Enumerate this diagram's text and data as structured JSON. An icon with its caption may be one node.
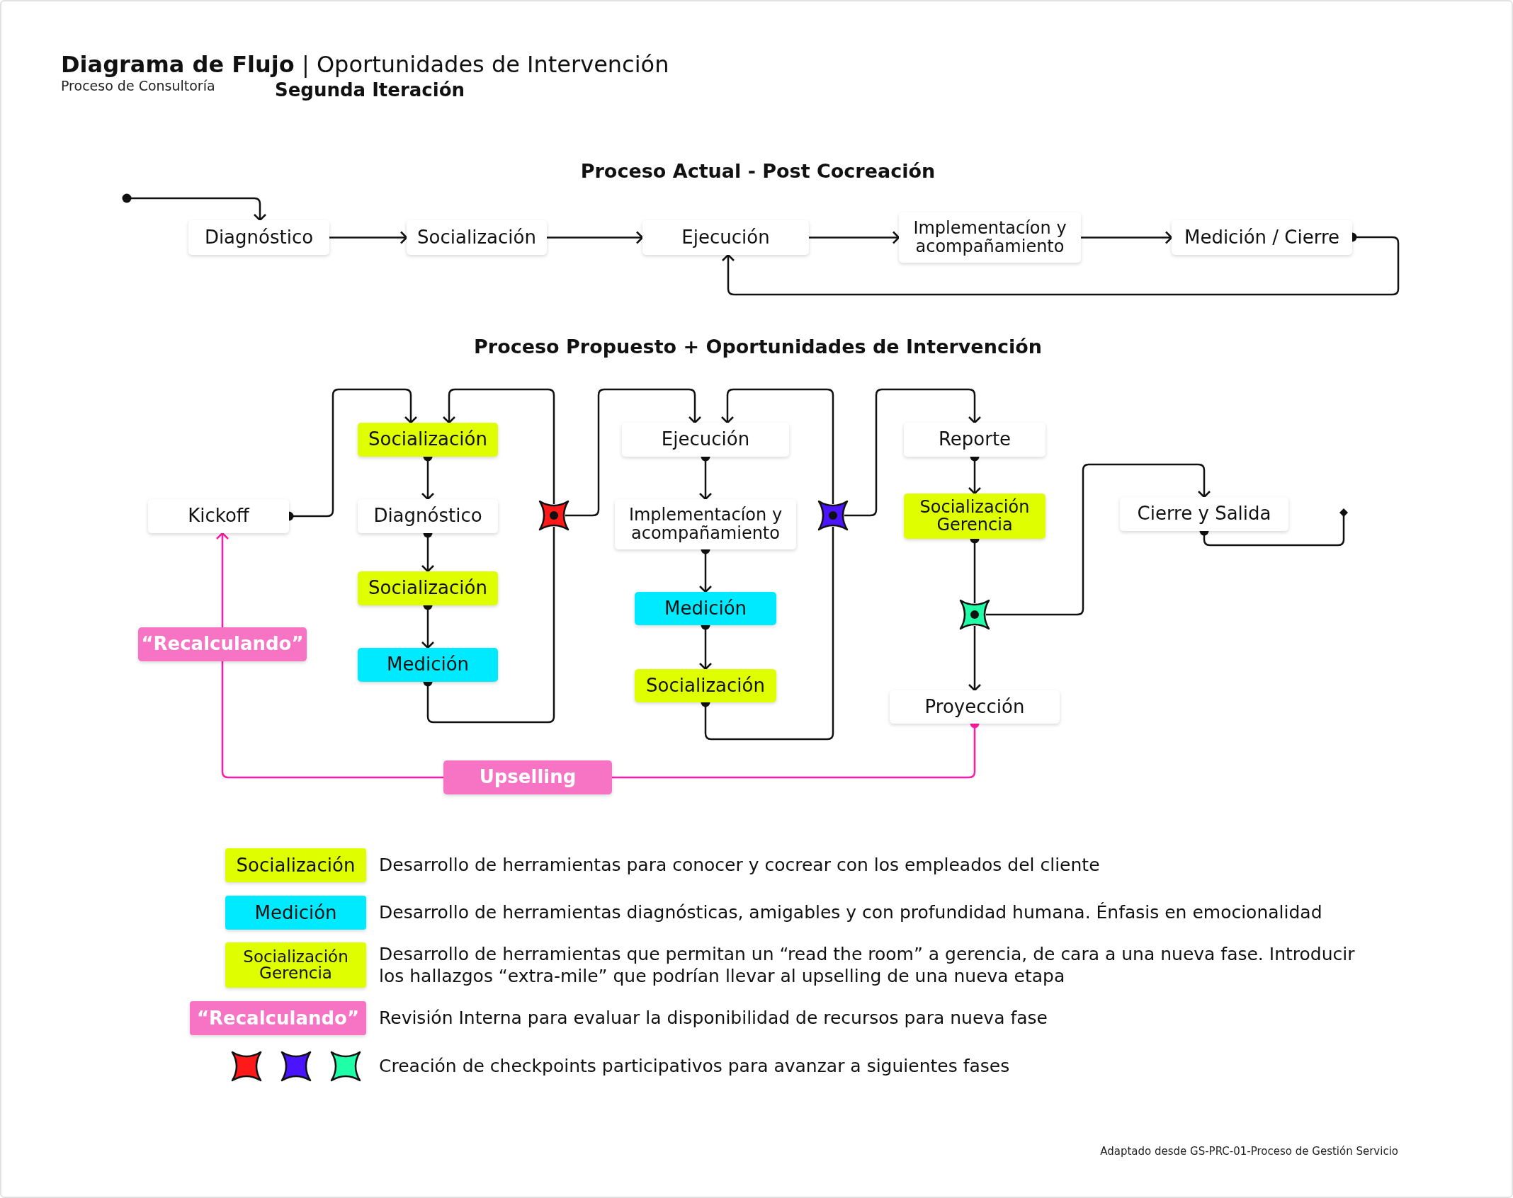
{
  "diagram": {
    "title": "**Diagrama de Flujo** | Oportunidades de Intervención",
    "nodes": [
      {
        "text": [
          "Diagnóstico"
        ]
      },
      {
        "text": [
          "Socialización"
        ]
      },
      {
        "text": [
          "Ejecución"
        ]
      },
      {
        "text": [
          "Implementacíon y acompañamiento"
        ]
      },
      {
        "text": [
          "Medición / Cierre"
        ]
      },
      {
        "text": [
          "Kickoff"
        ]
      },
      {
        "text": [
          "Socialización"
        ]
      },
      {
        "text": [
          "Diagnóstico"
        ]
      },
      {
        "text": [
          "Socialización"
        ]
      },
      {
        "text": [
          "Medición"
        ]
      },
      {
        "text": [],
        "shape": "star"
      },
      {
        "text": [
          "Ejecución"
        ]
      },
      {
        "text": [
          "Implementacíon y acompañamiento"
        ]
      },
      {
        "text": [
          "Medición"
        ]
      },
      {
        "text": [
          "Socialización"
        ]
      },
      {
        "text": [],
        "shape": "star"
      },
      {
        "text": [
          "Reporte"
        ]
      },
      {
        "text": [
          "Socialización Gerencia"
        ]
      },
      {
        "text": [],
        "shape": "star"
      },
      {
        "text": [
          "Proyección"
        ]
      },
      {
        "text": [
          "Cierre y Salida"
        ]
      },
      {
        "text": [
          "“Recalculando”"
        ]
      },
      {
        "text": [
          "Upselling"
        ]
      }
    ],
    "edges": [
      {
        "from": null,
        "to": 0,
        "arrow": "to"
      },
      {
        "from": 0,
        "to": 1,
        "arrow": "to"
      },
      {
        "from": 1,
        "to": 2,
        "arrow": "to"
      },
      {
        "from": 2,
        "to": 3,
        "arrow": "to"
      },
      {
        "from": 3,
        "to": 4,
        "arrow": "to"
      },
      {
        "from": 4,
        "to": 2,
        "arrow": "to"
      },
      {
        "from": 5,
        "to": 6,
        "arrow": "to"
      },
      {
        "from": 6,
        "to": 7,
        "arrow": "to"
      },
      {
        "from": 7,
        "to": 8,
        "arrow": "to"
      },
      {
        "from": 8,
        "to": 9,
        "arrow": "to"
      },
      {
        "from": 9,
        "to": 10,
        "arrow": "other"
      },
      {
        "from": 10,
        "to": 6,
        "arrow": "to"
      },
      {
        "from": 10,
        "to": 11,
        "arrow": "to"
      },
      {
        "from": 11,
        "to": 12,
        "arrow": "to"
      },
      {
        "from": 12,
        "to": 13,
        "arrow": "to"
      },
      {
        "from": 13,
        "to": 14,
        "arrow": "to"
      },
      {
        "from": 14,
        "to": 15,
        "arrow": "other"
      },
      {
        "from": 15,
        "to": 11,
        "arrow": "to"
      },
      {
        "from": 15,
        "to": 16,
        "arrow": "to"
      },
      {
        "from": 16,
        "to": 17,
        "arrow": "to"
      },
      {
        "from": 17,
        "to": 18,
        "arrow": "other"
      },
      {
        "from": 18,
        "to": 19,
        "arrow": "to"
      },
      {
        "from": 18,
        "to": 20,
        "arrow": "to"
      },
      {
        "from": 20,
        "to": null,
        "arrow": "other"
      },
      {
        "from": 19,
        "to": 22,
        "arrow": "other",
        "color": "#ff1aa8"
      },
      {
        "from": 22,
        "to": 21,
        "arrow": "none",
        "color": "#ff1aa8"
      },
      {
        "from": 21,
        "to": 5,
        "arrow": "to",
        "color": "#ff1aa8"
      }
    ],
    "labels": [
      "Proceso de Consultoría",
      "Segunda Iteración",
      "Proceso Actual - Post Cocreación",
      "Proceso Propuesto + Oportunidades de Intervención",
      "Socialización",
      "Medición",
      "Socialización Gerencia",
      "“Recalculando”",
      "Adaptado desde GS-PRC-01-Proceso de Gestión Servicio"
    ],
    "legend": [
      {
        "text": "Desarrollo de herramientas para conocer y cocrear con los empleados del cliente",
        "color": "#dfff00"
      },
      {
        "text": "Desarrollo de herramientas diagnósticas, amigables y con profundidad humana. Énfasis en emocionalidad",
        "color": "#00eaff"
      },
      {
        "text": "Desarrollo de herramientas que permitan un “read the room” a gerencia, de cara a una nueva fase. Introducir los hallazgos “extra-mile” que podrían llevar al upselling de una nueva etapa",
        "color": "#dfff00"
      },
      {
        "text": "Revisión Interna para evaluar la disponibilidad de recursos para nueva fase",
        "color": "#f774c4"
      },
      {
        "text": "Creación de checkpoints participativos para avanzar a siguientes fases"
      }
    ]
  }
}
